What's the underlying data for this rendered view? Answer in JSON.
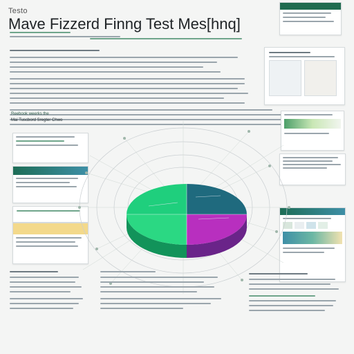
{
  "header": {
    "top_word": "Testo",
    "title": "Mave Fizzerd Finng Test Mes[hnq]"
  },
  "colors": {
    "accent_green": "#1f6b4f",
    "pie_green": "#1fcf7d",
    "pie_teal": "#1f6a7e",
    "pie_purple": "#7a2b9b",
    "pie_magenta": "#b82fbf",
    "yellow_band": "#f3d98b"
  },
  "mid_labels": {
    "line_a": "Reebook weerks the",
    "line_b": "Mai Tuscbord Sregter Chwo"
  },
  "icons": {
    "pie": "pie-chart-icon",
    "network": "network-graph-icon"
  }
}
